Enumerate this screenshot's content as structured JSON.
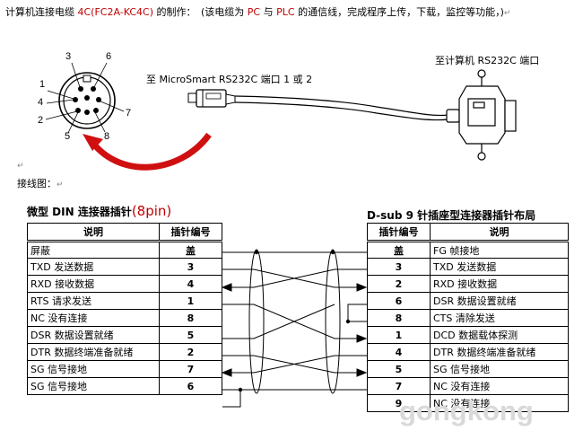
{
  "intro": {
    "before_model": "计算机连接电缆 ",
    "model": "4C(FC2A-KC4C)",
    "mid1": " 的制作：　(该电缆为 ",
    "pc": "PC",
    "mid2": " 与 ",
    "plc": "PLC",
    "after": " 的通信线，完成程序上传，下载，监控等功能，)",
    "mark": "↵"
  },
  "din_pin_labels": [
    "3",
    "6",
    "1",
    "4",
    "7",
    "2",
    "5",
    "8"
  ],
  "label_left": "至 MicroSmart RS232C 端口 1 或 2",
  "label_right": "至计算机 RS232C 端口",
  "paragraph_mark": "↵",
  "wiring_label": "接线图：",
  "wiring_mark": "↵",
  "left_table": {
    "title": "微型 DIN 连接器插针",
    "title_red": "(8pin)",
    "headers": [
      "说明",
      "插针编号"
    ],
    "rows": [
      {
        "desc": "屏蔽",
        "pin": "盖"
      },
      {
        "desc": "TXD  发送数据",
        "pin": "3"
      },
      {
        "desc": "RXD  接收数据",
        "pin": "4"
      },
      {
        "desc": "RTS  请求发送",
        "pin": "1"
      },
      {
        "desc": "NC  没有连接",
        "pin": "8"
      },
      {
        "desc": "DSR  数据设置就绪",
        "pin": "5"
      },
      {
        "desc": "DTR  数据终端准备就绪",
        "pin": "2"
      },
      {
        "desc": "SG  信号接地",
        "pin": "7"
      },
      {
        "desc": "SG  信号接地",
        "pin": "6"
      }
    ]
  },
  "right_table": {
    "title": "D-sub 9 针插座型连接器插针布局",
    "headers": [
      "插针编号",
      "说明"
    ],
    "rows": [
      {
        "pin": "盖",
        "desc": "FG  帧接地"
      },
      {
        "pin": "3",
        "desc": "TXD  发送数据"
      },
      {
        "pin": "2",
        "desc": "RXD  接收数据"
      },
      {
        "pin": "6",
        "desc": "DSR  数据设置就绪"
      },
      {
        "pin": "8",
        "desc": "CTS  清除发送"
      },
      {
        "pin": "1",
        "desc": "DCD  数据载体探测"
      },
      {
        "pin": "4",
        "desc": "DTR  数据终端准备就绪"
      },
      {
        "pin": "5",
        "desc": "SG  信号接地"
      },
      {
        "pin": "7",
        "desc": "NC  没有连接"
      },
      {
        "pin": "9",
        "desc": "NC  没有连接"
      }
    ]
  },
  "watermark": "gongkong"
}
